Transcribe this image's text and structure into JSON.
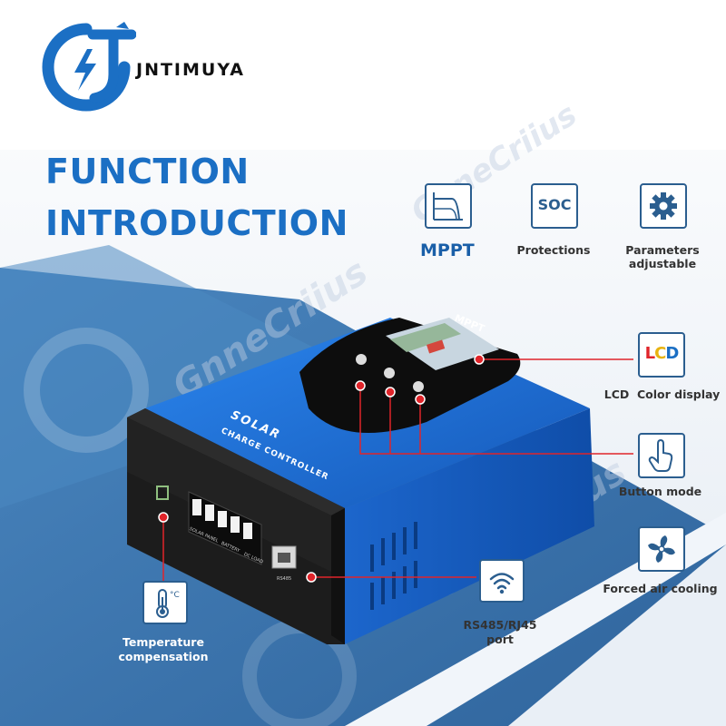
{
  "brand": {
    "name": "JNTIMUYA",
    "accent": "#1b6fc4",
    "logo_icon": "lightning-icon"
  },
  "headline": {
    "line1": "FUNCTION",
    "line2": "INTRODUCTION"
  },
  "features_top": [
    {
      "label": "MPPT",
      "icon": "mppt-curve-icon"
    },
    {
      "label": "Protections",
      "icon": "soc-icon",
      "badge": "SOC"
    },
    {
      "label_line1": "Parameters",
      "label_line2": "adjustable",
      "icon": "gear-icon"
    }
  ],
  "features_side": [
    {
      "label": "LCD  Color display",
      "icon": "lcd-icon",
      "letters": [
        "L",
        "C",
        "D"
      ]
    },
    {
      "label": "Button mode",
      "icon": "hand-pointer-icon"
    },
    {
      "label": "Forced air cooling",
      "icon": "fan-icon"
    }
  ],
  "features_bottom": [
    {
      "label_line1": "Temperature",
      "label_line2": "compensation",
      "icon": "thermometer-icon"
    },
    {
      "label_line1": "RS485/RJ45",
      "label_line2": "port",
      "icon": "wifi-icon"
    }
  ],
  "device": {
    "panel_title": "MPPT",
    "brand_line1": "SOLAR",
    "brand_line2": "CHARGE CONTROLLER",
    "terminal_labels": [
      "SOLAR PANEL",
      "BATTERY",
      "DC LOAD"
    ],
    "port_label": "RS485"
  },
  "watermark": "GnneCriius",
  "colors": {
    "blue_bg": "#3a73ab",
    "light_bg": "#e9eff6",
    "marker": "#e0242a",
    "device_blue": "#1f6fd1"
  }
}
